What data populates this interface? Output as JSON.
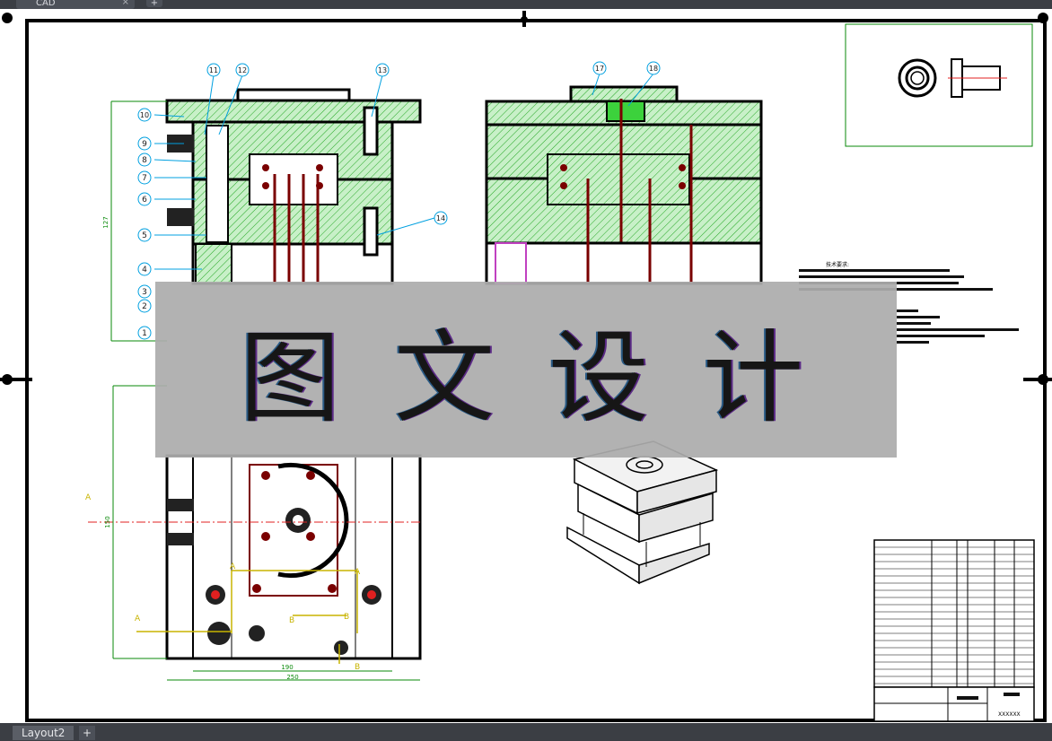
{
  "app": {
    "tab_label": "CAD",
    "tab_close": "×",
    "new_tab": "+",
    "layout_tab": "Layout2",
    "layout_plus": "+"
  },
  "watermark": {
    "text": "图文设计"
  },
  "drawing": {
    "callouts": [
      "1",
      "2",
      "3",
      "4",
      "5",
      "6",
      "7",
      "8",
      "9",
      "10",
      "11",
      "12",
      "13",
      "14",
      "17",
      "18"
    ],
    "section_marks": [
      "A",
      "A",
      "A",
      "A",
      "B",
      "B",
      "B"
    ],
    "dimension_texts": [
      "190",
      "250",
      "127",
      "150"
    ],
    "notes_title": "技术要求:",
    "title_block_code": "XXXXXX"
  },
  "colors": {
    "frame": "#000000",
    "section_fill": "#c8f0c8",
    "hatch": "#25a825",
    "callout": "#00a0e0",
    "centerline": "#e02020",
    "pins": "#7a0000",
    "topbar": "#3b3e44",
    "watermark_bg": "#acacac"
  }
}
